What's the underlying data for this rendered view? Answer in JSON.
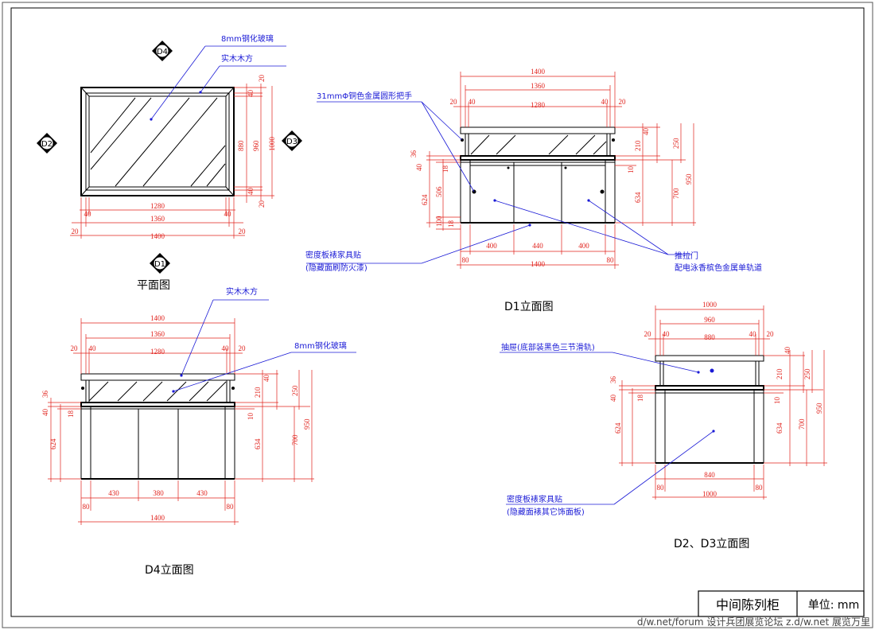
{
  "titles": {
    "plan": "平面图",
    "d1": "D1立面图",
    "d4": "D4立面图",
    "d23": "D2、D3立面图"
  },
  "markers": {
    "d1": "D1",
    "d2": "D2",
    "d3": "D3",
    "d4": "D4"
  },
  "annotations": {
    "plan_glass": "8mm钢化玻璃",
    "plan_wood": "实木木方",
    "d1_handle": "31mmΦ铜色金属圆形把手",
    "d1_mdf_1": "密度板裱家具贴",
    "d1_mdf_2": "(隐藏面刷防火漆)",
    "d1_door": "推拉门",
    "d1_rail": "配电泳香槟色金属单轨道",
    "d4_wood": "实木木方",
    "d4_glass": "8mm钢化玻璃",
    "d23_drawer": "抽屉(底部装黑色三节滑轨)",
    "d23_mdf_1": "密度板裱家具贴",
    "d23_mdf_2": "(隐藏面裱其它饰面板)"
  },
  "dims": {
    "plan": {
      "w1280": "1280",
      "w40a": "40",
      "w40b": "40",
      "w1360": "1360",
      "w20a": "20",
      "w20b": "20",
      "w1400": "1400",
      "h20a": "20",
      "h40a": "40",
      "h880": "880",
      "h40b": "40",
      "h20b": "20",
      "h960": "960",
      "h1000": "1000"
    },
    "d1": {
      "t1400": "1400",
      "t1360": "1360",
      "t20a": "20",
      "t40a": "40",
      "t1280": "1280",
      "t40b": "40",
      "t20b": "20",
      "l36": "36",
      "l40": "40",
      "l18a": "18",
      "l624": "624",
      "l506": "506",
      "l100": "100",
      "l18b": "18",
      "r210": "210",
      "r40": "40",
      "r250": "250",
      "r10": "10",
      "r634": "634",
      "r700": "700",
      "r950": "950",
      "b400a": "400",
      "b440": "440",
      "b400b": "400",
      "b80a": "80",
      "b80b": "80",
      "b1400": "1400"
    },
    "d4": {
      "t1400": "1400",
      "t1360": "1360",
      "t20a": "20",
      "t40a": "40",
      "t1280": "1280",
      "t40b": "40",
      "t20b": "20",
      "l36": "36",
      "l40": "40",
      "l18": "18",
      "l624": "624",
      "r40": "40",
      "r210": "210",
      "r250": "250",
      "r10": "10",
      "r634": "634",
      "r700": "700",
      "r950": "950",
      "b430a": "430",
      "b380": "380",
      "b430b": "430",
      "b80a": "80",
      "b80b": "80",
      "b1400": "1400"
    },
    "d23": {
      "t1000": "1000",
      "t960": "960",
      "t20a": "20",
      "t40a": "40",
      "t880": "880",
      "t40b": "40",
      "t20b": "20",
      "l36": "36",
      "l40": "40",
      "l18": "18",
      "l624": "624",
      "r40": "40",
      "r210": "210",
      "r250": "250",
      "r10": "10",
      "r634": "634",
      "r700": "700",
      "r950": "950",
      "b840": "840",
      "b80a": "80",
      "b80b": "80",
      "b1000": "1000"
    }
  },
  "title_block": {
    "name": "中间陈列柜",
    "unit": "单位: mm"
  },
  "watermark": "d/w.net/forum 设计兵团展览论坛 z.d/w.net 展览万里"
}
